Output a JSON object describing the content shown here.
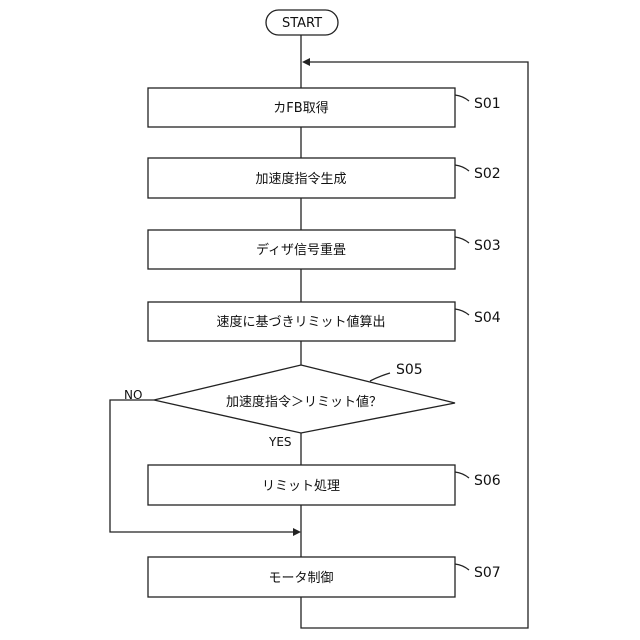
{
  "start": {
    "label": "START"
  },
  "steps": [
    {
      "id": "S01",
      "label": "カFB取得"
    },
    {
      "id": "S02",
      "label": "加速度指令生成"
    },
    {
      "id": "S03",
      "label": "ディザ信号重畳"
    },
    {
      "id": "S04",
      "label": "速度に基づきリミット値算出"
    },
    {
      "id": "S05",
      "label": "加速度指令＞リミット値？"
    },
    {
      "id": "S06",
      "label": "リミット処理"
    },
    {
      "id": "S07",
      "label": "モータ制御"
    }
  ],
  "decision": {
    "yes_label": "YES",
    "no_label": "NO"
  }
}
